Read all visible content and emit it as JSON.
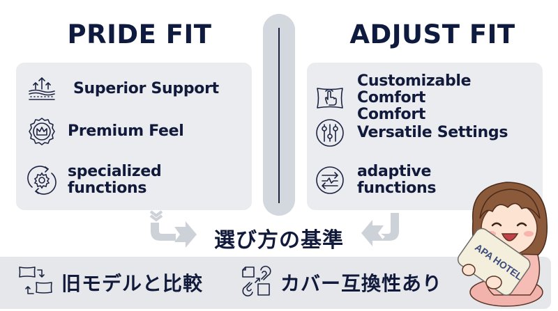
{
  "left_column": {
    "title": "PRIDE FIT",
    "features": [
      {
        "icon": "support-layers-arrows-icon",
        "label": "Superior Support"
      },
      {
        "icon": "crown-badge-icon",
        "label": "Premium Feel"
      },
      {
        "icon": "gear-cycle-icon",
        "label": "specialized\nfunctions"
      }
    ]
  },
  "right_column": {
    "title": "ADJUST FIT",
    "features": [
      {
        "icon": "pillow-touch-icon",
        "label": "Customizable Comfort\nComfort"
      },
      {
        "icon": "sliders-icon",
        "label": "Versatile Settings"
      },
      {
        "icon": "adaptive-arrows-icon",
        "label": "adaptive\nfunctions"
      }
    ]
  },
  "center": {
    "criteria_label": "選び方の基準"
  },
  "bottom": {
    "items": [
      {
        "icon": "pillow-swap-icon",
        "label": "旧モデルと比較"
      },
      {
        "icon": "cover-exchange-icon",
        "label": "カバー互換性あり"
      }
    ]
  },
  "mascot": {
    "pillow_text": "APA HOTEL"
  },
  "colors": {
    "text_navy": "#0f1a3f",
    "panel_bg": "#eaecf0",
    "divider_bg": "#d3d7de",
    "arrow_gray": "#cdd1d8",
    "bottom_bar_bg": "#e5e7eb"
  }
}
